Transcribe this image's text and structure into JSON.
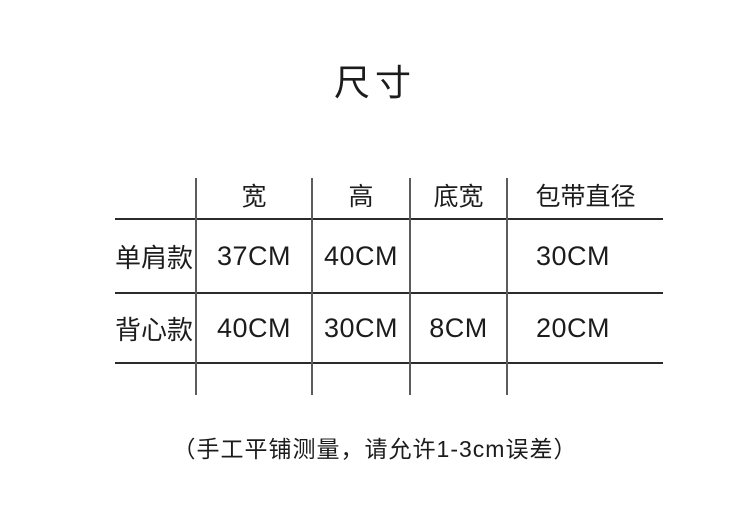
{
  "colors": {
    "bg": "#ffffff",
    "ink": "#1c1c1c",
    "hline": "#2b2b2b",
    "vline": "#5c5c60"
  },
  "chart_data": {
    "type": "table",
    "title": "尺寸",
    "columns": [
      "",
      "宽",
      "高",
      "底宽",
      "包带直径"
    ],
    "rows": [
      [
        "单肩款",
        "37CM",
        "40CM",
        "",
        "30CM"
      ],
      [
        "背心款",
        "40CM",
        "30CM",
        "8CM",
        "20CM"
      ]
    ],
    "footnote": "（手工平铺测量，请允许1-3cm误差）",
    "layout": "grid lines partial, hand-drawn style; header row top, 2 data rows; footnote centered below"
  }
}
